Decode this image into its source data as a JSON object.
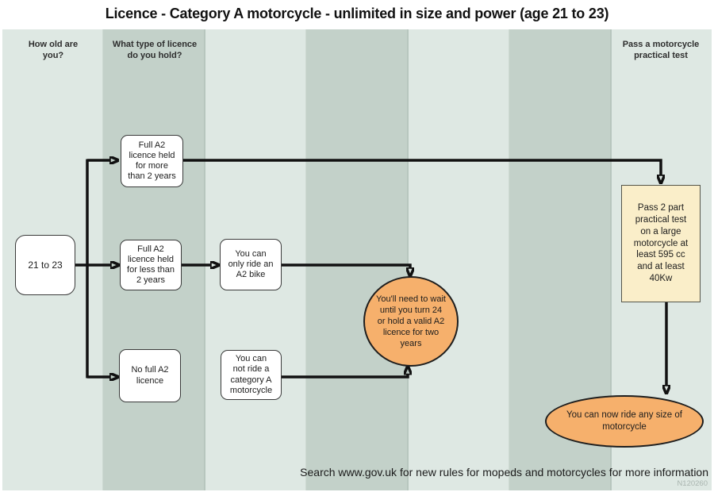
{
  "title": "Licence - Category A motorcycle - unlimited in size and power (age 21 to 23)",
  "columns": {
    "age_header": "How old are\nyou?",
    "licence_header": "What type of licence\ndo you hold?",
    "test_header": "Pass a motorcycle\npractical test"
  },
  "nodes": {
    "age": "21 to 23",
    "full_more": "Full A2\nlicence held\nfor more\nthan 2 years",
    "full_less": "Full A2\nlicence held\nfor less than\n2 years",
    "only_a2": "You can\nonly ride an\nA2 bike",
    "no_full": "No full A2\nlicence",
    "cannot_ride": "You can\nnot ride a\ncategory A\nmotorcycle",
    "wait": "You'll need to wait\nuntil you turn 24\nor hold a valid A2\nlicence for two\nyears",
    "pass_test": "Pass 2 part\npractical test\non a large\nmotorcycle at\nleast 595 cc\nand at least\n40Kw",
    "ride_any": "You can now ride any size of\nmotorcycle"
  },
  "footer": {
    "search_text": "Search www.gov.uk for new rules for mopeds and motorcycles for more information",
    "ref_number": "N120260"
  },
  "colors": {
    "stripe_light": "#dee8e3",
    "stripe_dark": "#c3d1c9",
    "node_orange": "#f6b06c",
    "node_yellow": "#faeec9",
    "arrow": "#111111"
  }
}
